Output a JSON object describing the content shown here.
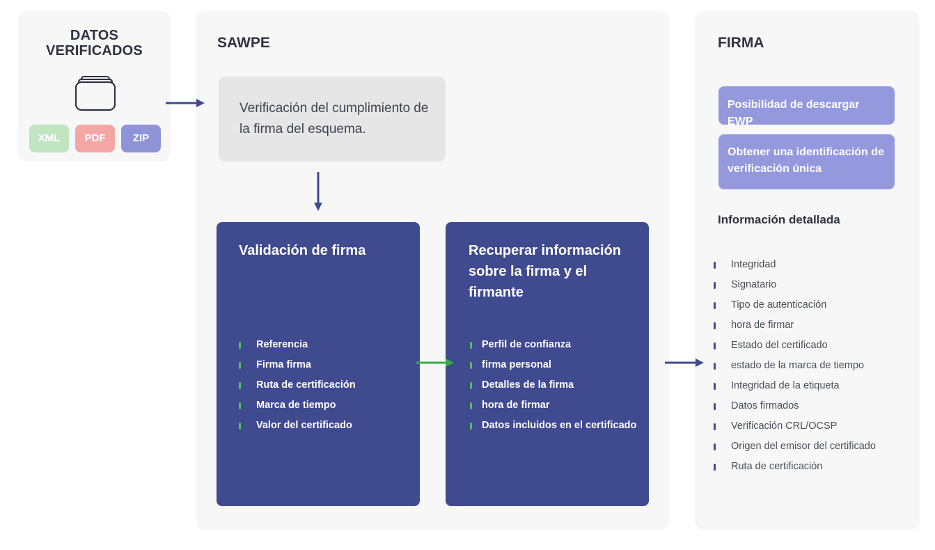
{
  "datos": {
    "title": "DATOS\nVERIFICADOS",
    "badges": [
      "XML",
      "PDF",
      "ZIP"
    ]
  },
  "sawpe": {
    "title": "SAWPE",
    "verification_text": "Verificación del cumplimiento de la firma del esquema.",
    "validacion": {
      "title": "Validación de firma",
      "items": [
        "Referencia",
        "Firma firma",
        "Ruta de certificación",
        "Marca de tiempo",
        "Valor del certificado"
      ]
    },
    "recuperar": {
      "title": "Recuperar información sobre la firma y el firmante",
      "items": [
        "Perfil de confianza",
        "firma personal",
        "Detalles de la firma",
        "hora de firmar",
        "Datos incluidos en el certificado"
      ]
    }
  },
  "firma": {
    "title": "FIRMA",
    "button_descargar": "Posibilidad de descargar EWP",
    "button_identificacion": "Obtener una identificación de verificación única",
    "info_title": "Información detallada",
    "info_items": [
      "Integridad",
      "Signatario",
      "Tipo de autenticación",
      "hora de firmar",
      "Estado del certificado",
      "estado de la marca de tiempo",
      "Integridad de la etiqueta",
      "Datos firmados",
      "Verificación CRL/OCSP",
      "Origen del emisor del certificado",
      "Ruta de certificación"
    ]
  },
  "colors": {
    "navy": "#404a8f",
    "green": "#3aaa48",
    "panel": "#f7f7f8",
    "lavender": "#9399dc"
  },
  "icons": [
    "folder-stack-icon",
    "arrow-right-icon",
    "arrow-down-icon"
  ]
}
